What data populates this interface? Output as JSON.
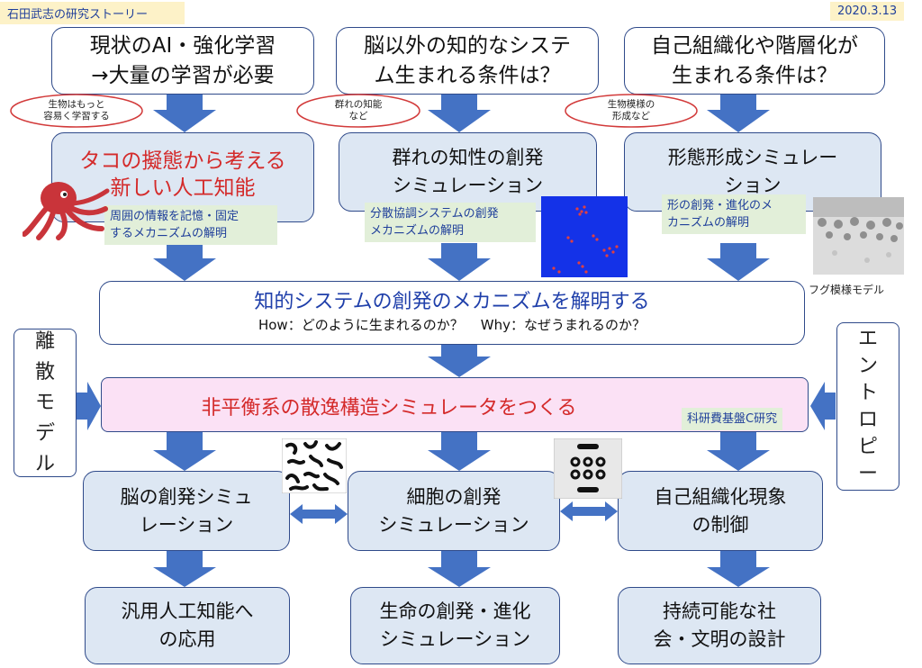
{
  "header": {
    "author": "石田武志の研究ストーリー",
    "date": "2020.3.13"
  },
  "top": [
    {
      "line1": "現状のAI・強化学習",
      "line2": "→大量の学習が必要"
    },
    {
      "line1": "脳以外の知的なシステ",
      "line2": "ム生まれる条件は？"
    },
    {
      "line1": "自己組織化や階層化が",
      "line2": "生まれる条件は？"
    }
  ],
  "bubbles": [
    {
      "line1": "生物はもっと",
      "line2": "容易く学習する"
    },
    {
      "line1": "群れの知能",
      "line2": "など"
    },
    {
      "line1": "生物模様の",
      "line2": "形成など"
    }
  ],
  "second": [
    {
      "line1": "タコの擬態から考える",
      "line2": "新しい人工知能",
      "note1": "周囲の情報を記憶・固定",
      "note2": "するメカニズムの解明"
    },
    {
      "line1": "群れの知性の創発",
      "line2": "シミュレーション",
      "note1": "分散協調システムの創発",
      "note2": "メカニズムの解明"
    },
    {
      "line1": "形態形成シミュレー",
      "line2": "ション",
      "note1": "形の創発・進化のメ",
      "note2": "カニズムの解明"
    }
  ],
  "pufferfish_caption": "フグ模様モデル",
  "center": {
    "title": "知的システムの創発のメカニズムを解明する",
    "how_label": "How",
    "how_text": "：どのように生まれるのか？",
    "why_label": "Why",
    "why_text": "：なぜうまれるのか？"
  },
  "simulator": {
    "title": "非平衡系の散逸構造シミュレータをつくる",
    "grant": "科研費基盤C研究"
  },
  "side_left": [
    "離",
    "散",
    "モ",
    "デ",
    "ル"
  ],
  "side_right": [
    "エ",
    "ン",
    "ト",
    "ロ",
    "ピ",
    "ー"
  ],
  "bottom_row1": [
    {
      "line1": "脳の創発シミュ",
      "line2": "レーション"
    },
    {
      "line1": "細胞の創発",
      "line2": "シミュレーション"
    },
    {
      "line1": "自己組織化現象",
      "line2": "の制御"
    }
  ],
  "bottom_row2": [
    {
      "line1": "汎用人工知能へ",
      "line2": "の応用"
    },
    {
      "line1": "生命の創発・進化",
      "line2": "シミュレーション"
    },
    {
      "line1": "持続可能な社",
      "line2": "会・文明の設計"
    }
  ],
  "colors": {
    "arrow": "#4472c4",
    "red_text": "#d42a2a",
    "blue_text": "#1f3faa",
    "pink": "#fbe1f5"
  }
}
